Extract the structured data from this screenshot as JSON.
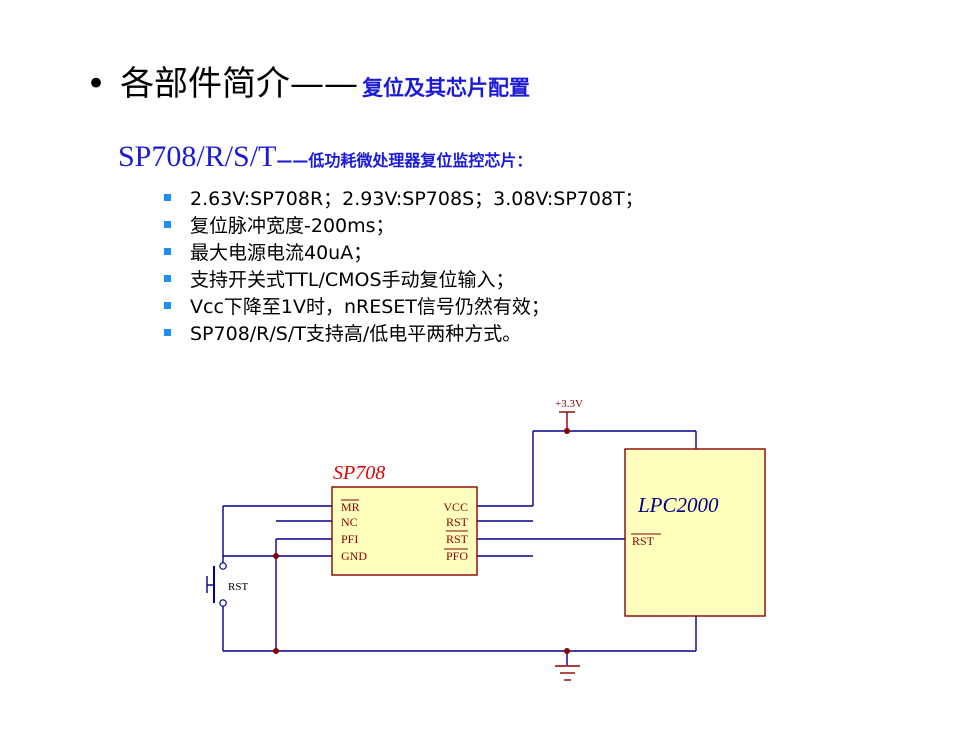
{
  "slide": {
    "bullet": "•",
    "title_main": "各部件简介——",
    "title_sub": "复位及其芯片配置",
    "chip_name": "SP708/R/S/T",
    "chip_desc": "——低功耗微处理器复位监控芯片：",
    "features": [
      "2.63V:SP708R；2.93V:SP708S；3.08V:SP708T；",
      "复位脉冲宽度-200ms；",
      "最大电源电流40uA；",
      "支持开关式TTL/CMOS手动复位输入；",
      "Vcc下降至1V时，nRESET信号仍然有效；",
      "SP708/R/S/T支持高/低电平两种方式。"
    ],
    "bullet_color": "#1e8ef0",
    "accent_color": "#1a1ad8"
  },
  "schematic": {
    "supply_label": "+3.3V",
    "chip_title": "SP708",
    "chip_pins_left": [
      "MR",
      "NC",
      "PFI",
      "GND"
    ],
    "chip_pins_right": [
      "VCC",
      "RST",
      "RST",
      "PFO"
    ],
    "mcu_title": "LPC2000",
    "mcu_pin": "RST",
    "switch_label": "RST",
    "wire_color": "#00008b",
    "component_fill": "#ffffbe",
    "component_stroke": "#8b0000"
  }
}
